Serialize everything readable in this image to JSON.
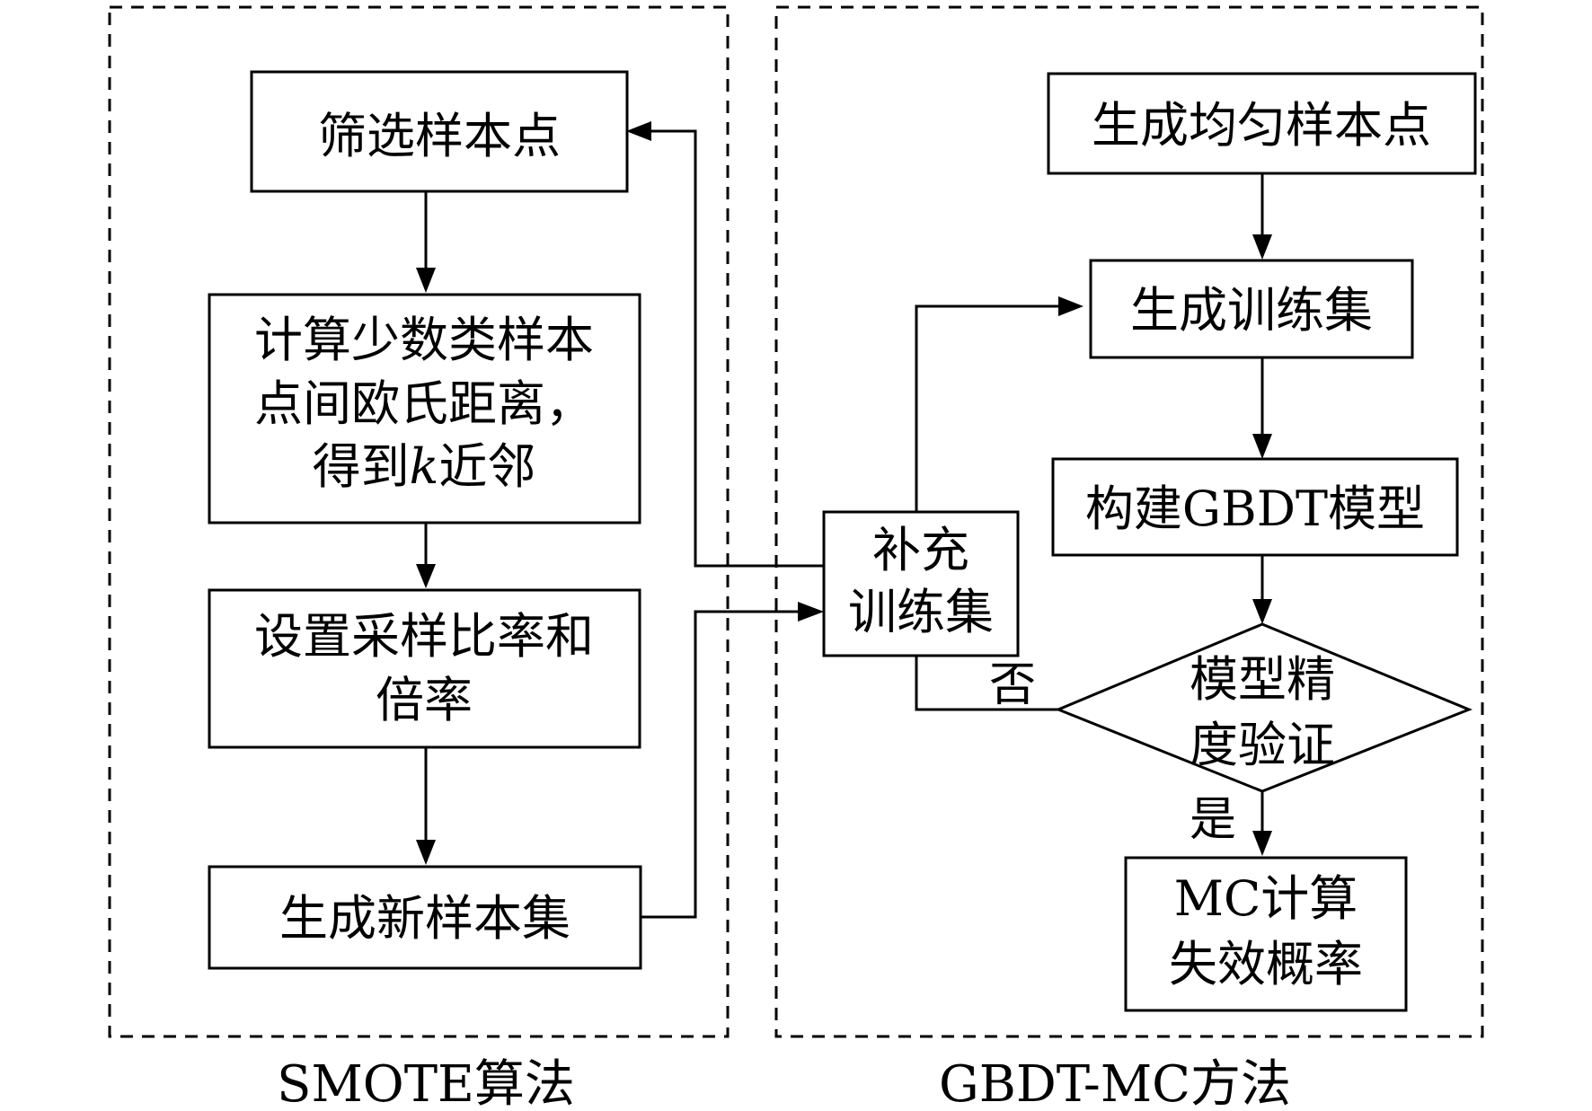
{
  "groups": {
    "smote_label": "SMOTE算法",
    "gbdt_mc_label": "GBDT-MC方法"
  },
  "smote": {
    "filter_samples": "筛选样本点",
    "distance_line1": "计算少数类样本",
    "distance_line2": "点间欧氏距离，",
    "distance_line3_prefix": "得到",
    "distance_line3_k": "k",
    "distance_line3_suffix": "近邻",
    "ratio_line1": "设置采样比率和",
    "ratio_line2": "倍率",
    "new_sample_set": "生成新样本集"
  },
  "supplement": {
    "line1": "补充",
    "line2": "训练集"
  },
  "gbdt": {
    "uniform_samples": "生成均匀样本点",
    "training_set": "生成训练集",
    "build_model": "构建GBDT模型",
    "verify_line1": "模型精",
    "verify_line2": "度验证",
    "no_label": "否",
    "yes_label": "是",
    "mc_line1": "MC计算",
    "mc_line2": "失效概率"
  }
}
